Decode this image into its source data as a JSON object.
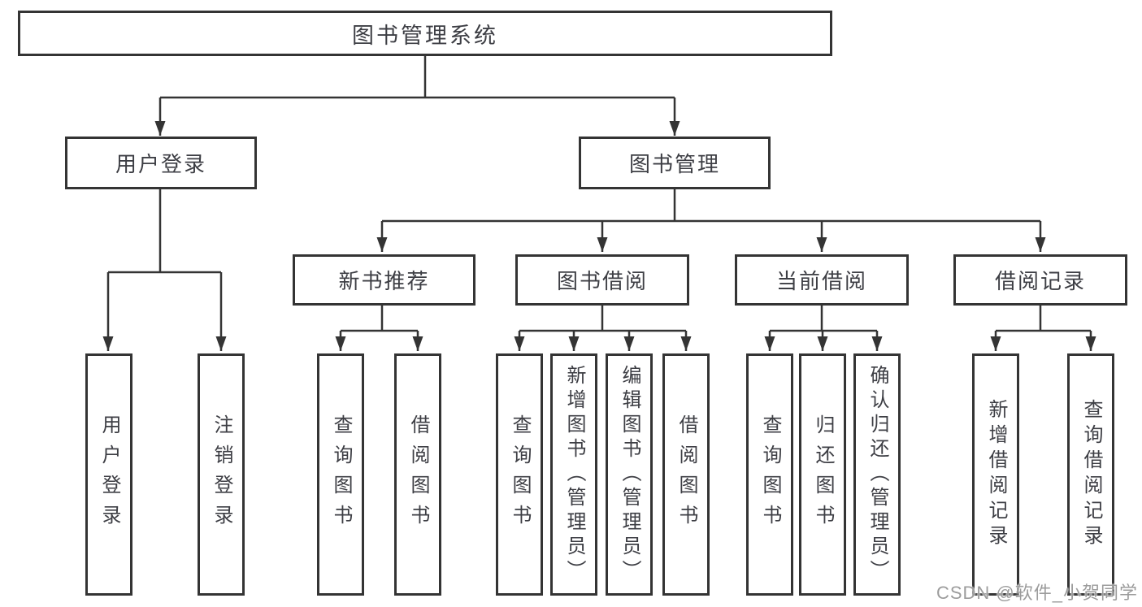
{
  "diagram": {
    "root": {
      "label": "图书管理系统"
    },
    "level2": [
      {
        "label": "用户登录"
      },
      {
        "label": "图书管理"
      }
    ],
    "level3": [
      {
        "label": "新书推荐"
      },
      {
        "label": "图书借阅"
      },
      {
        "label": "当前借阅"
      },
      {
        "label": "借阅记录"
      }
    ],
    "leaves": [
      {
        "label": "用户登录"
      },
      {
        "label": "注销登录"
      },
      {
        "label": "查询图书"
      },
      {
        "label": "借阅图书"
      },
      {
        "label": "查询图书"
      },
      {
        "label": "新增图书（管理员）"
      },
      {
        "label": "编辑图书（管理员）"
      },
      {
        "label": "借阅图书"
      },
      {
        "label": "查询图书"
      },
      {
        "label": "归还图书"
      },
      {
        "label": "确认归还（管理员）"
      },
      {
        "label": "新增借阅记录"
      },
      {
        "label": "查询借阅记录"
      }
    ],
    "colors": {
      "line": "#343434",
      "box_border": "#343434",
      "text": "#3d3e44",
      "background": "#ffffff",
      "watermark": "#9c9c9c"
    }
  },
  "watermark": {
    "text": "CSDN @软件_小贺同学"
  }
}
